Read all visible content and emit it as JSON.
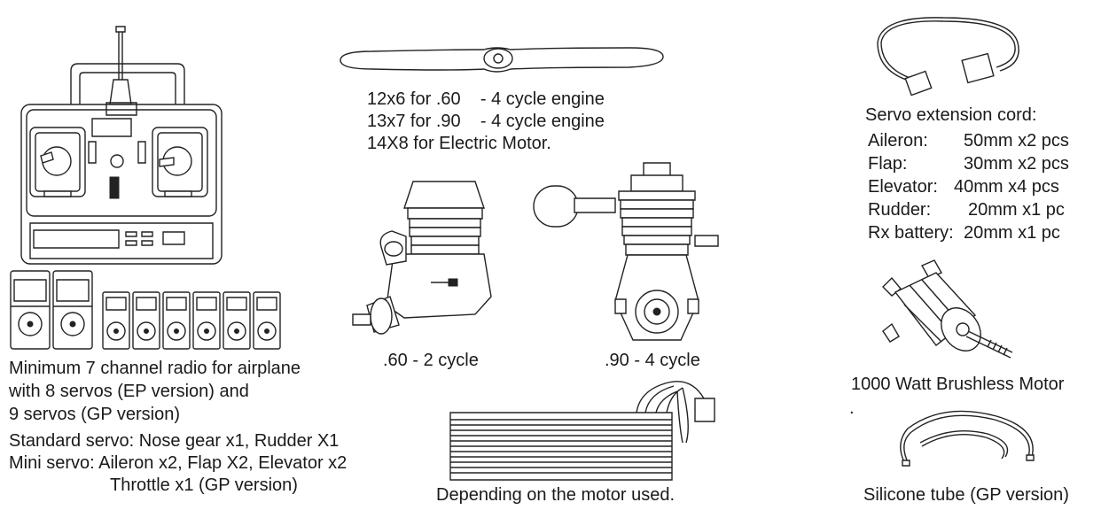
{
  "radio": {
    "caption": [
      "Minimum 7 channel radio for airplane",
      "with 8 servos (EP version) and",
      "9 servos (GP version)"
    ],
    "servo_lines": [
      "Standard servo: Nose gear x1, Rudder X1",
      "Mini servo: Aileron x2, Flap X2, Elevator x2",
      "Throttle x1 (GP version)"
    ]
  },
  "propeller": {
    "lines": [
      "12x6 for .60    - 4 cycle engine",
      "13x7 for .90    - 4 cycle engine",
      "14X8 for Electric Motor."
    ]
  },
  "engines": {
    "two_cycle_label": ".60 - 2 cycle",
    "four_cycle_label": ".90 - 4 cycle"
  },
  "battery": {
    "caption": "Depending on the motor used."
  },
  "extension": {
    "title": "Servo extension cord:",
    "rows": [
      {
        "name": "Aileron:",
        "value": "50mm x2 pcs"
      },
      {
        "name": "Flap:",
        "value": "30mm x2 pcs"
      },
      {
        "name": "Elevator:",
        "value": "40mm x4 pcs"
      },
      {
        "name": "Rudder:",
        "value": "20mm x1 pc"
      },
      {
        "name": "Rx battery:",
        "value": "20mm x1 pc"
      }
    ]
  },
  "motor": {
    "caption": "1000 Watt Brushless Motor",
    "note": "."
  },
  "tube": {
    "caption": "Silicone tube (GP version)"
  }
}
